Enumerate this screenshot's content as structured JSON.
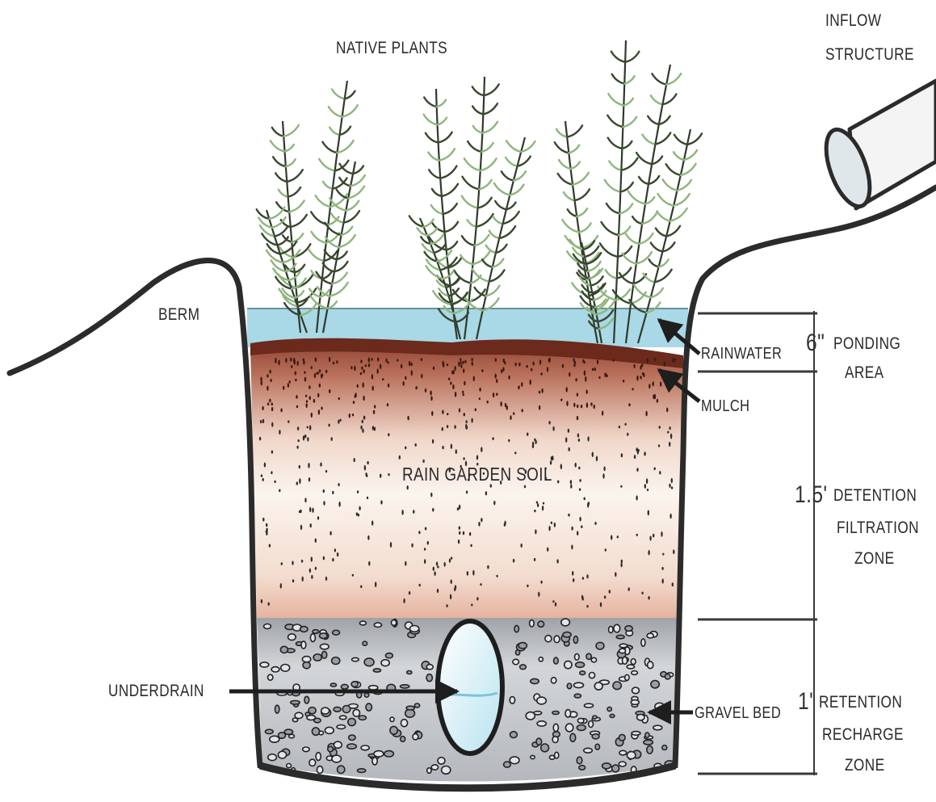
{
  "labels": {
    "native_plants": "NATIVE PLANTS",
    "inflow_line1": "INFLOW",
    "inflow_line2": "STRUCTURE",
    "berm": "BERM",
    "rainwater": "RAINWATER",
    "mulch": "MULCH",
    "rain_garden_soil": "RAIN GARDEN SOIL",
    "underdrain": "UNDERDRAIN",
    "gravel_bed": "GRAVEL BED"
  },
  "zones": {
    "ponding": {
      "depth": "6\"",
      "line1": "PONDING",
      "line2": "AREA"
    },
    "detention": {
      "depth": "1.5'",
      "line1": "DETENTION",
      "line2": "FILTRATION",
      "line3": "ZONE"
    },
    "retention": {
      "depth": "1'",
      "line1": "RETENTION",
      "line2": "RECHARGE",
      "line3": "ZONE"
    }
  },
  "colors": {
    "water": "#a9d8e6",
    "mulch": "#6b2a1c",
    "soil_top": "#b46a55",
    "soil_mid": "#f6ede6",
    "soil_bottom": "#e9b9a5",
    "gravel": "#c9cccf",
    "outline": "#2b2b2b",
    "plant_leaf": "#9cc08a"
  }
}
